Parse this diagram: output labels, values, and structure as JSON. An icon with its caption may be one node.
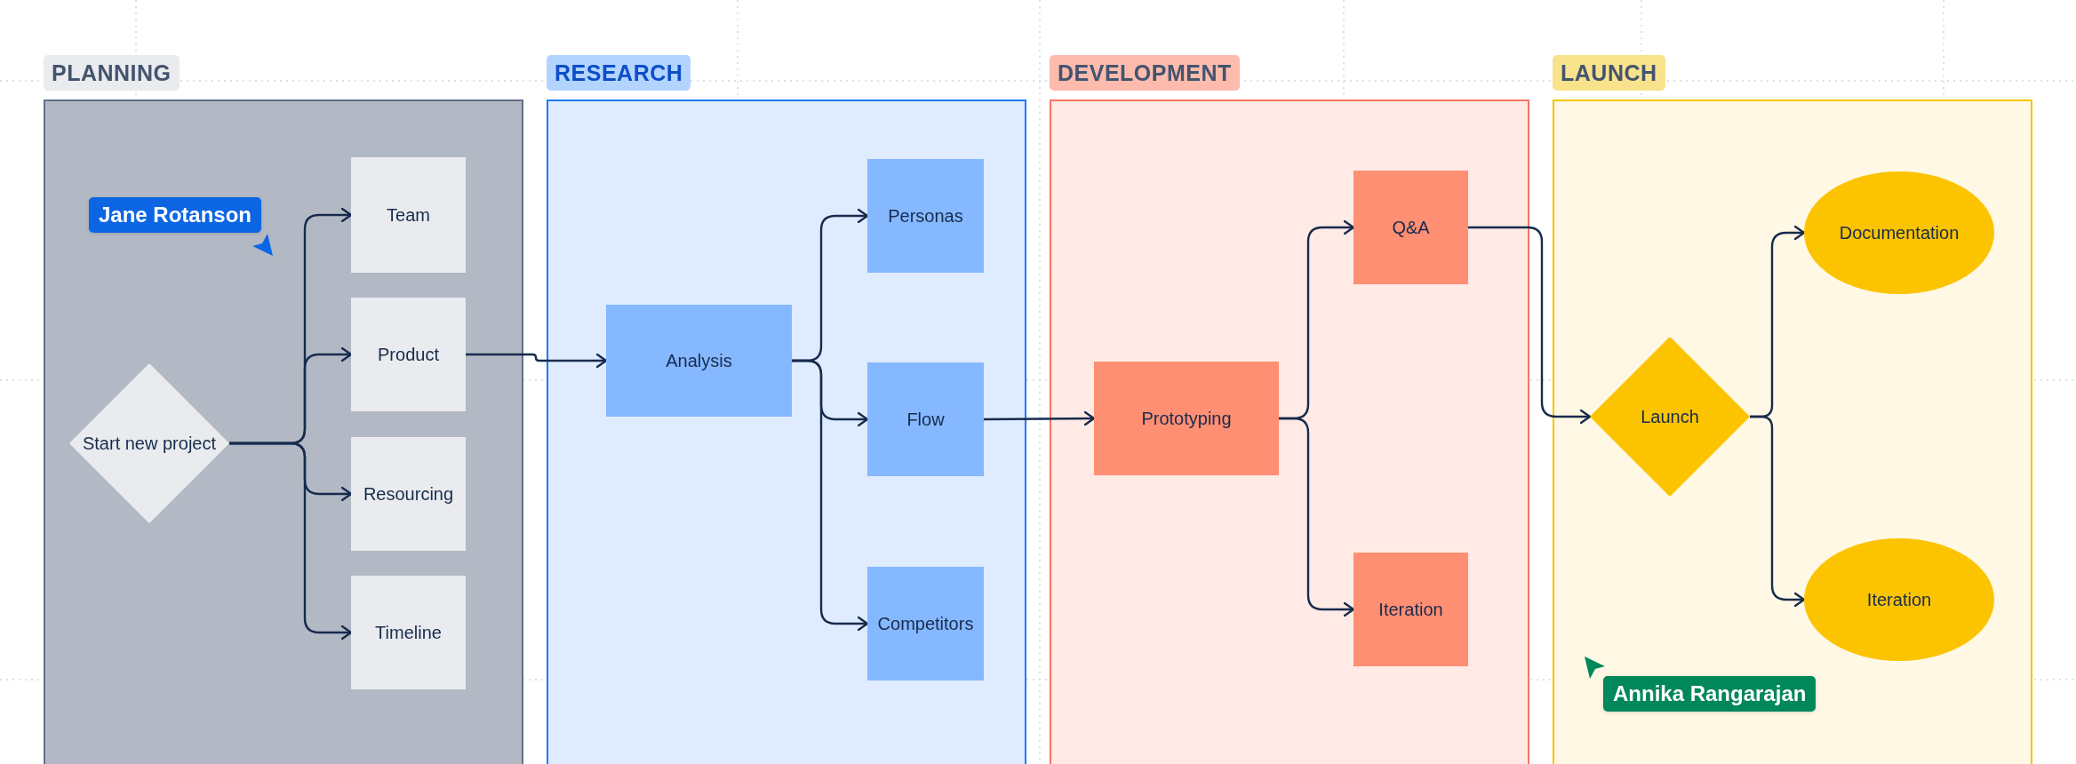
{
  "diagram": {
    "nodes": [
      {
        "text": [
          "PLANNING"
        ]
      },
      {
        "text": [
          "Start new project"
        ],
        "in": 0
      },
      {
        "text": [
          "Team"
        ],
        "in": 0
      },
      {
        "text": [
          "Product"
        ],
        "in": 0
      },
      {
        "text": [
          "Resourcing"
        ],
        "in": 0
      },
      {
        "text": [
          "Timeline"
        ],
        "in": 0
      },
      {
        "text": [
          "RESEARCH"
        ]
      },
      {
        "text": [
          "Analysis"
        ],
        "in": 6
      },
      {
        "text": [
          "Personas"
        ],
        "in": 6
      },
      {
        "text": [
          "Flow"
        ],
        "in": 6
      },
      {
        "text": [
          "Competitors"
        ],
        "in": 6
      },
      {
        "text": [
          "DEVELOPMENT"
        ]
      },
      {
        "text": [
          "Prototyping"
        ],
        "in": 11
      },
      {
        "text": [
          "Q&A"
        ],
        "in": 11
      },
      {
        "text": [
          "Iteration"
        ],
        "in": 11
      },
      {
        "text": [
          "LAUNCH"
        ]
      },
      {
        "text": [
          "Launch"
        ],
        "in": 15
      },
      {
        "text": [
          "Documentation"
        ],
        "in": 15
      },
      {
        "text": [
          "Iteration"
        ],
        "in": 15
      }
    ],
    "edges": [
      {
        "from": 1,
        "to": 2,
        "arrow": "to"
      },
      {
        "from": 1,
        "to": 3,
        "arrow": "to"
      },
      {
        "from": 1,
        "to": 4,
        "arrow": "to"
      },
      {
        "from": 1,
        "to": 5,
        "arrow": "to"
      },
      {
        "from": 3,
        "to": 7,
        "arrow": "to"
      },
      {
        "from": 7,
        "to": 8,
        "arrow": "to"
      },
      {
        "from": 7,
        "to": 9,
        "arrow": "to"
      },
      {
        "from": 7,
        "to": 10,
        "arrow": "to"
      },
      {
        "from": 9,
        "to": 12,
        "arrow": "to"
      },
      {
        "from": 12,
        "to": 13,
        "arrow": "to"
      },
      {
        "from": 12,
        "to": 14,
        "arrow": "to"
      },
      {
        "from": 13,
        "to": 16,
        "arrow": "to"
      },
      {
        "from": 16,
        "to": 17,
        "arrow": "to"
      },
      {
        "from": 16,
        "to": 18,
        "arrow": "to"
      }
    ],
    "labels": [
      "Jane Rotanson",
      "Annika Rangarajan"
    ]
  }
}
